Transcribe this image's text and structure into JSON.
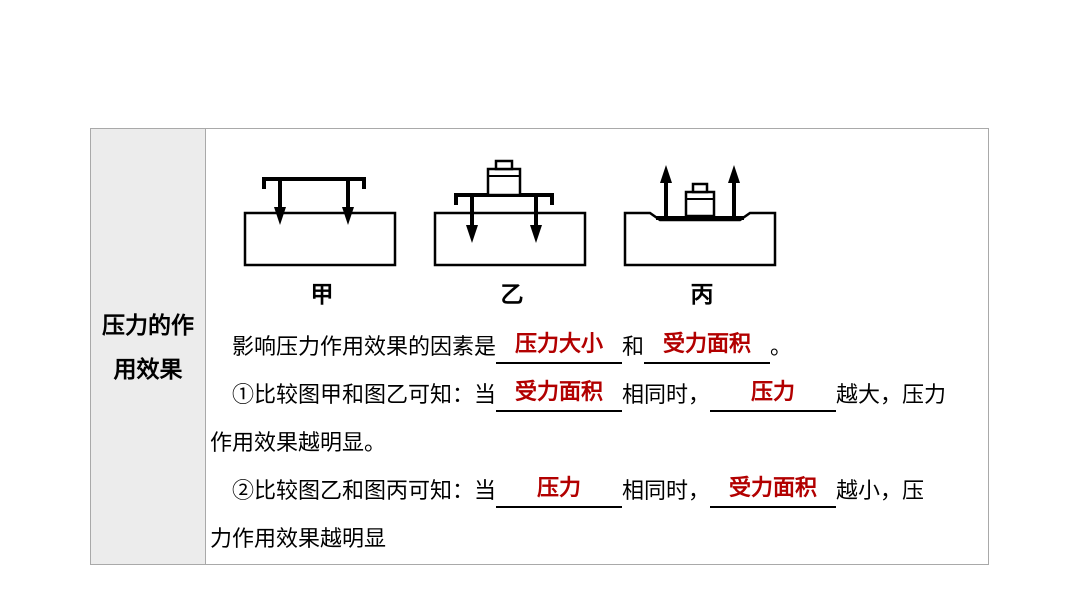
{
  "colors": {
    "answer_red": "#b20000",
    "table_border": "#a9a9a9",
    "header_bg": "#ececec"
  },
  "header": {
    "title_line1": "压力的作",
    "title_line2": "用效果"
  },
  "diagrams": {
    "label_jia": "甲",
    "label_yi": "乙",
    "label_bing": "丙"
  },
  "content": {
    "p1": {
      "t1": "影响压力作用效果的因素是",
      "blank1": "压力大小",
      "t2": "和",
      "blank2": "受力面积",
      "t3": "。"
    },
    "p2": {
      "t1": "①比较图甲和图乙可知：当",
      "blank1": "受力面积",
      "t2": "相同时，",
      "blank2": "压力",
      "t3": "越大，压力",
      "t4": "作用效果越明显。"
    },
    "p3": {
      "t1": "②比较图乙和图丙可知：当",
      "blank1": "压力",
      "t2": "相同时，",
      "blank2": "受力面积",
      "t3": "越小，压",
      "t4": "力作用效果越明显"
    }
  }
}
